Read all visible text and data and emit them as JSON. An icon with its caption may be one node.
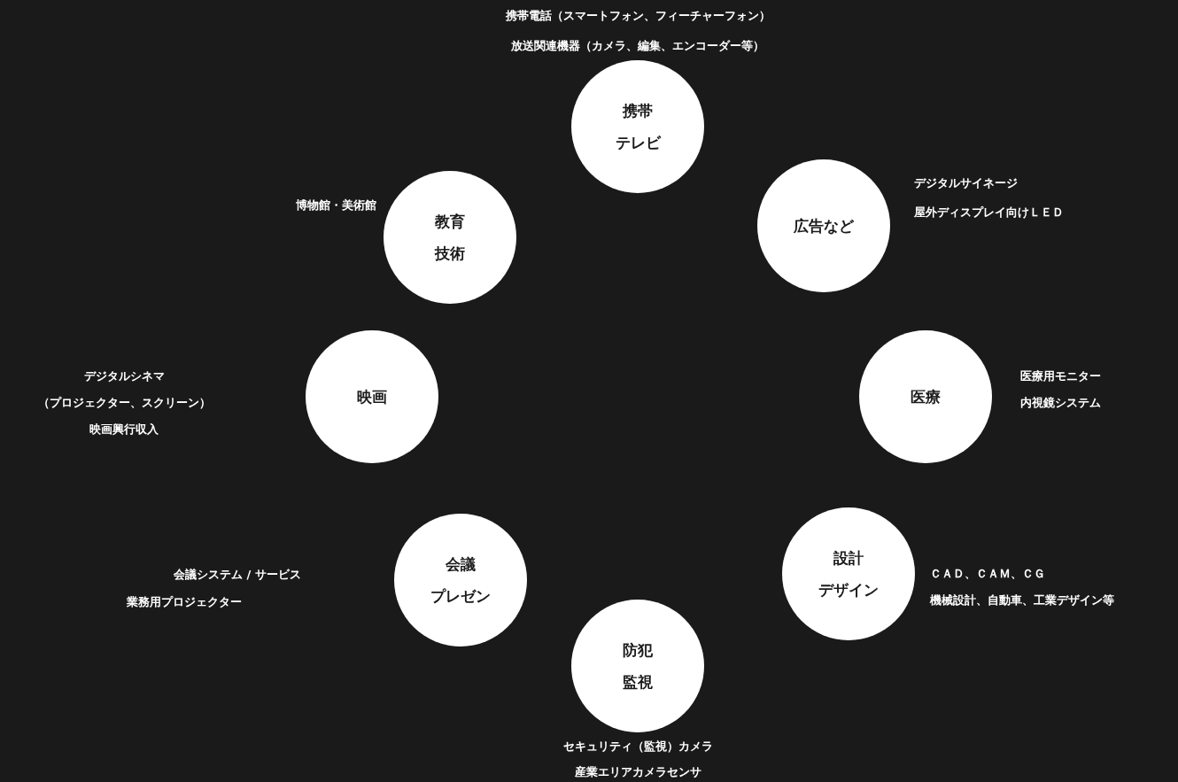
{
  "diagram": {
    "nodes": [
      {
        "text": [
          "携帯",
          "テレビ"
        ],
        "beside": [
          "携帯電話（スマートフォン、フィーチャーフォン）",
          "放送関連機器（カメラ、編集、エンコーダー等）"
        ]
      },
      {
        "text": [
          "教育",
          "技術"
        ],
        "beside": [
          "博物館・美術館"
        ]
      },
      {
        "text": [
          "広告など"
        ],
        "beside": [
          "デジタルサイネージ",
          "屋外ディスプレイ向けＬＥＤ"
        ]
      },
      {
        "text": [
          "映画"
        ],
        "beside": [
          "デジタルシネマ",
          "（プロジェクター、スクリーン）",
          "映画興行収入"
        ]
      },
      {
        "text": [
          "医療"
        ],
        "beside": [
          "医療用モニター",
          "内視鏡システム"
        ]
      },
      {
        "text": [
          "会議",
          "プレゼン"
        ],
        "beside": [
          "会議システム / サービス",
          "業務用プロジェクター"
        ]
      },
      {
        "text": [
          "設計",
          "デザイン"
        ],
        "beside": [
          "ＣＡＤ、ＣＡＭ、ＣＧ",
          "機械設計、自動車、工業デザイン等"
        ]
      },
      {
        "text": [
          "防犯",
          "監視"
        ],
        "beside": [
          "セキュリティ（監視）カメラ",
          "産業エリアカメラセンサ"
        ]
      }
    ]
  }
}
